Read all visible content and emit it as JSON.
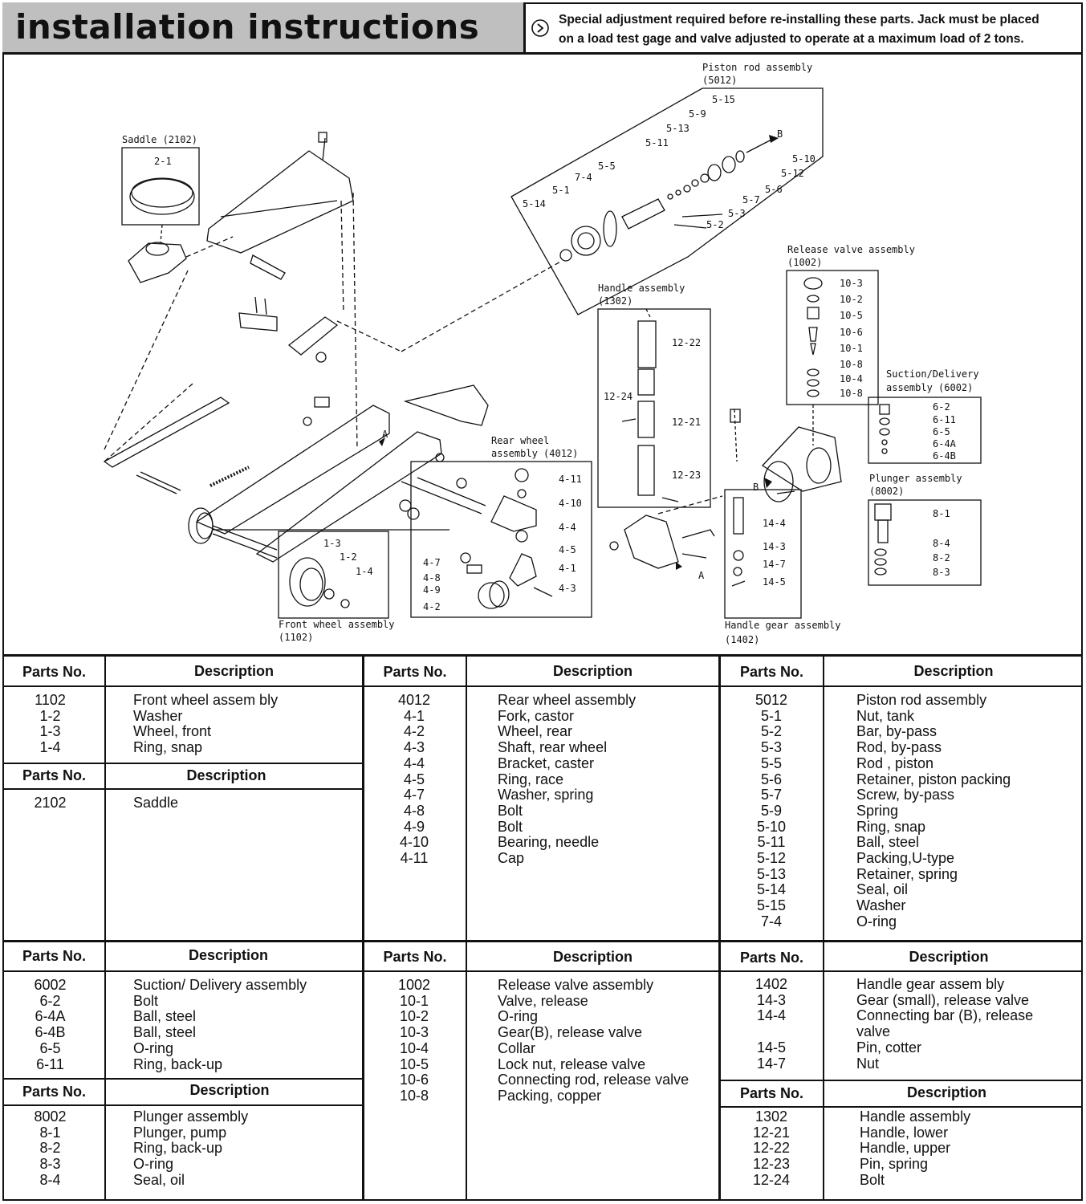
{
  "header": {
    "title": "installation instructions",
    "note_line1": "Special adjustment required before re-installing these parts. Jack must be placed",
    "note_line2": "on a load test gage and valve adjusted to operate at a maximum load of 2 tons."
  },
  "diagram": {
    "saddle_title": "Saddle (2102)",
    "saddle_part": "2-1",
    "piston_title": "Piston rod assembly",
    "piston_code": "(5012)",
    "piston_parts": [
      "5-15",
      "5-9",
      "5-13",
      "5-11",
      "5-10",
      "5-12",
      "5-6",
      "5-7",
      "5-3",
      "5-2",
      "5-5",
      "7-4",
      "5-1",
      "5-14"
    ],
    "arrow_b": "B",
    "arrow_a": "A",
    "release_title": "Release valve assembly",
    "release_code": "(1002)",
    "release_parts": [
      "10-3",
      "10-2",
      "10-5",
      "10-6",
      "10-1",
      "10-8",
      "10-4",
      "10-8"
    ],
    "handle_title": "Handle assembly",
    "handle_code": "(1302)",
    "handle_parts": [
      "12-22",
      "12-24",
      "12-21",
      "12-23"
    ],
    "suction_title": "Suction/Delivery",
    "suction_code": "assembly (6002)",
    "suction_parts": [
      "6-2",
      "6-11",
      "6-5",
      "6-4A",
      "6-4B"
    ],
    "plunger_title": "Plunger assembly",
    "plunger_code": "(8002)",
    "plunger_parts": [
      "8-1",
      "8-4",
      "8-2",
      "8-3"
    ],
    "rear_title": "Rear wheel",
    "rear_code": "assembly (4012)",
    "rear_parts": [
      "4-11",
      "4-10",
      "4-4",
      "4-5",
      "4-1",
      "4-3",
      "4-7",
      "4-8",
      "4-9",
      "4-2"
    ],
    "front_title": "Front wheel assembly",
    "front_code": "(1102)",
    "front_parts": [
      "1-3",
      "1-2",
      "1-4"
    ],
    "gear_title": "Handle gear assembly",
    "gear_code": "(1402)",
    "gear_parts": [
      "14-4",
      "14-3",
      "14-7",
      "14-5"
    ]
  },
  "table": {
    "col_parts": "Parts No.",
    "col_desc": "Description",
    "groups": {
      "front_wheel": {
        "nums": "1102\n1-2\n1-3\n1-4",
        "descs": "Front wheel assem bly\nWasher\nWheel, front\nRing, snap"
      },
      "saddle": {
        "nums": "2102",
        "descs": "Saddle"
      },
      "rear_wheel": {
        "nums": "4012\n4-1\n4-2\n4-3\n4-4\n4-5\n4-7\n4-8\n4-9\n4-10\n4-11",
        "descs": "Rear wheel assembly\nFork, castor\nWheel, rear\nShaft, rear wheel\nBracket, caster\nRing, race\nWasher, spring\nBolt\nBolt\nBearing, needle\nCap"
      },
      "piston_rod": {
        "nums": "5012\n5-1\n5-2\n5-3\n5-5\n5-6\n5-7\n5-9\n5-10\n5-11\n5-12\n5-13\n5-14\n5-15\n7-4",
        "descs": "Piston rod assembly\nNut, tank\nBar, by-pass\nRod, by-pass\nRod , piston\nRetainer, piston packing\nScrew, by-pass\nSpring\nRing, snap\nBall, steel\nPacking,U-type\nRetainer, spring\nSeal, oil\nWasher\nO-ring"
      },
      "suction": {
        "nums": "6002\n6-2\n6-4A\n6-4B\n6-5\n6-11",
        "descs": "Suction/ Delivery assembly\nBolt\nBall, steel\nBall, steel\nO-ring\nRing, back-up"
      },
      "release_valve": {
        "nums": "1002\n10-1\n10-2\n10-3\n10-4\n10-5\n10-6\n10-8",
        "descs": "Release valve assembly\nValve, release\nO-ring\nGear(B), release valve\nCollar\nLock nut, release valve\nConnecting rod, release valve\nPacking, copper"
      },
      "handle_gear": {
        "nums": "1402\n14-3\n14-4\n\n14-5\n14-7",
        "descs": "Handle gear assem bly\nGear (small), release valve\nConnecting bar (B), release\nvalve\nPin, cotter\nNut"
      },
      "plunger": {
        "nums": "8002\n8-1\n8-2\n8-3\n8-4",
        "descs": "Plunger assembly\nPlunger, pump\nRing, back-up\nO-ring\nSeal, oil"
      },
      "handle": {
        "nums": "1302\n12-21\n12-22\n12-23\n12-24",
        "descs": "Handle assembly\nHandle, lower\nHandle, upper\nPin, spring\nBolt"
      }
    }
  }
}
